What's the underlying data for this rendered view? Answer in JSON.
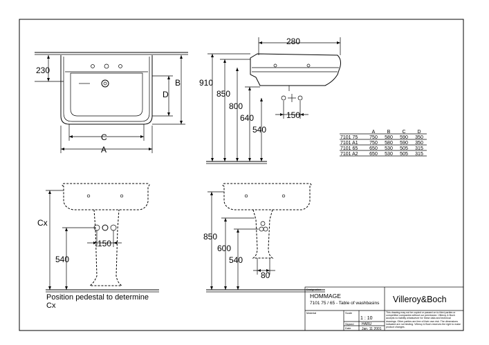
{
  "dimensions": {
    "top_view": {
      "h230": "230",
      "d": "D",
      "b": "B",
      "c": "C",
      "a": "A"
    },
    "side_view": {
      "w280": "280",
      "h910": "910",
      "h850": "850",
      "h800": "800",
      "h640": "640",
      "h540": "540",
      "w150": "150"
    },
    "front_pedestal": {
      "cx": "Cx",
      "h540": "540",
      "w150": "150"
    },
    "side_pedestal": {
      "h850": "850",
      "h600": "600",
      "h540": "540",
      "w80": "80"
    }
  },
  "note": {
    "line1": "Position pedestal to determine",
    "line2": "Cx"
  },
  "table": {
    "headers": [
      "",
      "A",
      "B",
      "C",
      "D"
    ],
    "rows": [
      [
        "7101 75",
        "750",
        "580",
        "590",
        "350"
      ],
      [
        "7101 A1",
        "750",
        "580",
        "590",
        "350"
      ],
      [
        "7101 65",
        "650",
        "530",
        "505",
        "315"
      ],
      [
        "7101 A2",
        "650",
        "530",
        "505",
        "315"
      ]
    ]
  },
  "title_block": {
    "designation_label": "Designation",
    "product_name": "HOMMAGE",
    "product_desc": "7101 75 / 65 - Table of washbasins",
    "brand": "Villeroy&Boch",
    "material_label": "Material",
    "scale_label": "Scale",
    "scale_value": "1 : 10",
    "signed_label": "Signed",
    "signed_value": "HARU",
    "date_label": "Date",
    "date_value": "Jan. 11 2001",
    "disclaimer": "This drawing may not be copied or passed on to third parties or competitive companies without our permission. Villeroy & Boch accepts no liability whatsoever for these data and technical drawings. Other parties are free of their own risk. The dimensions indicated are not binding. Villeroy & Boch reserves the right to make product changes."
  }
}
